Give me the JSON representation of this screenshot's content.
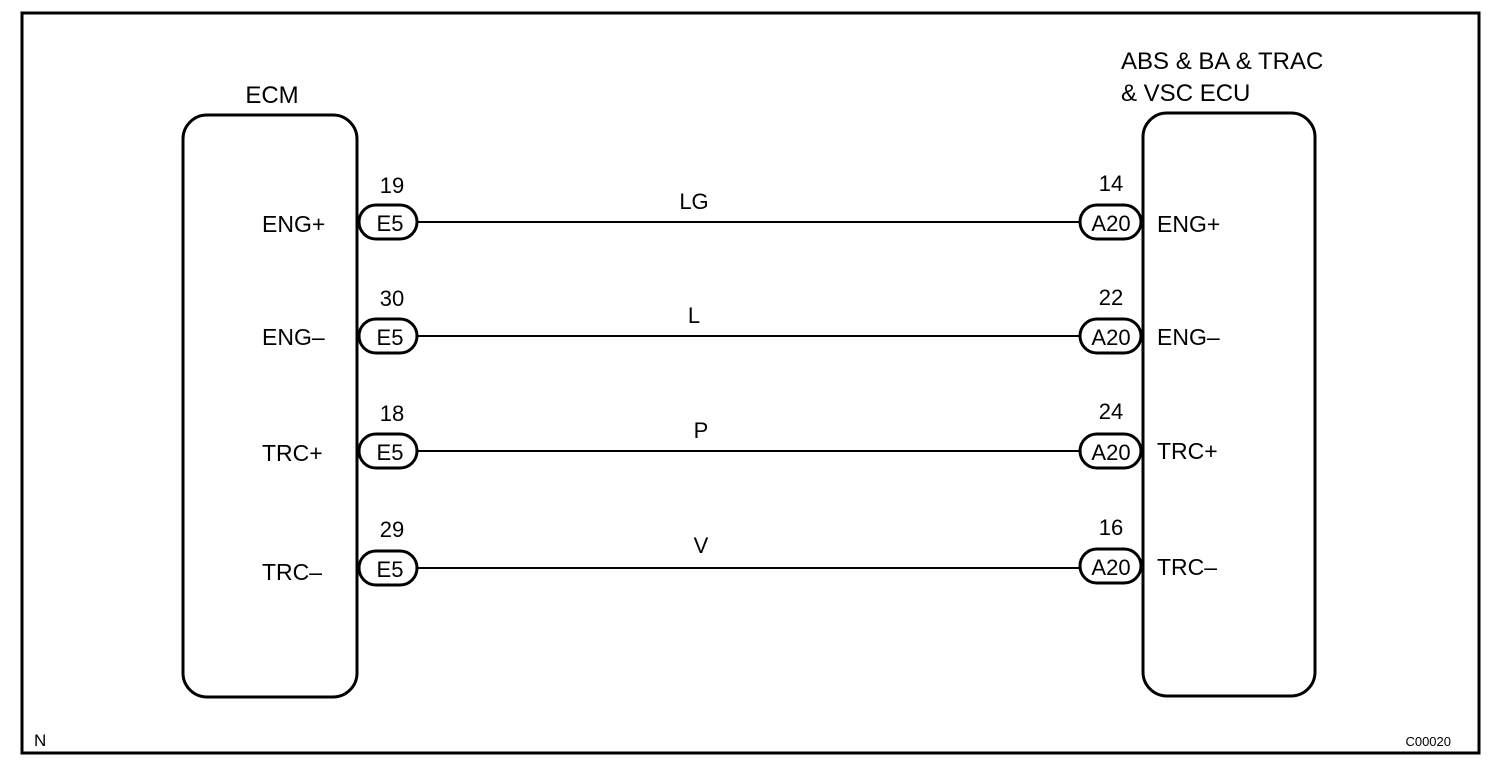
{
  "left_unit": {
    "title": "ECM",
    "connector": "E5",
    "pins": [
      {
        "signal": "ENG+",
        "pin": "19"
      },
      {
        "signal": "ENG–",
        "pin": "30"
      },
      {
        "signal": "TRC+",
        "pin": "18"
      },
      {
        "signal": "TRC–",
        "pin": "29"
      }
    ]
  },
  "right_unit": {
    "title_line1": "ABS & BA & TRAC",
    "title_line2": "& VSC ECU",
    "connector": "A20",
    "pins": [
      {
        "signal": "ENG+",
        "pin": "14"
      },
      {
        "signal": "ENG–",
        "pin": "22"
      },
      {
        "signal": "TRC+",
        "pin": "24"
      },
      {
        "signal": "TRC–",
        "pin": "16"
      }
    ]
  },
  "wires": [
    {
      "color_code": "LG"
    },
    {
      "color_code": "L"
    },
    {
      "color_code": "P"
    },
    {
      "color_code": "V"
    }
  ],
  "footer": {
    "corner_left": "N",
    "figure_code": "C00020"
  }
}
